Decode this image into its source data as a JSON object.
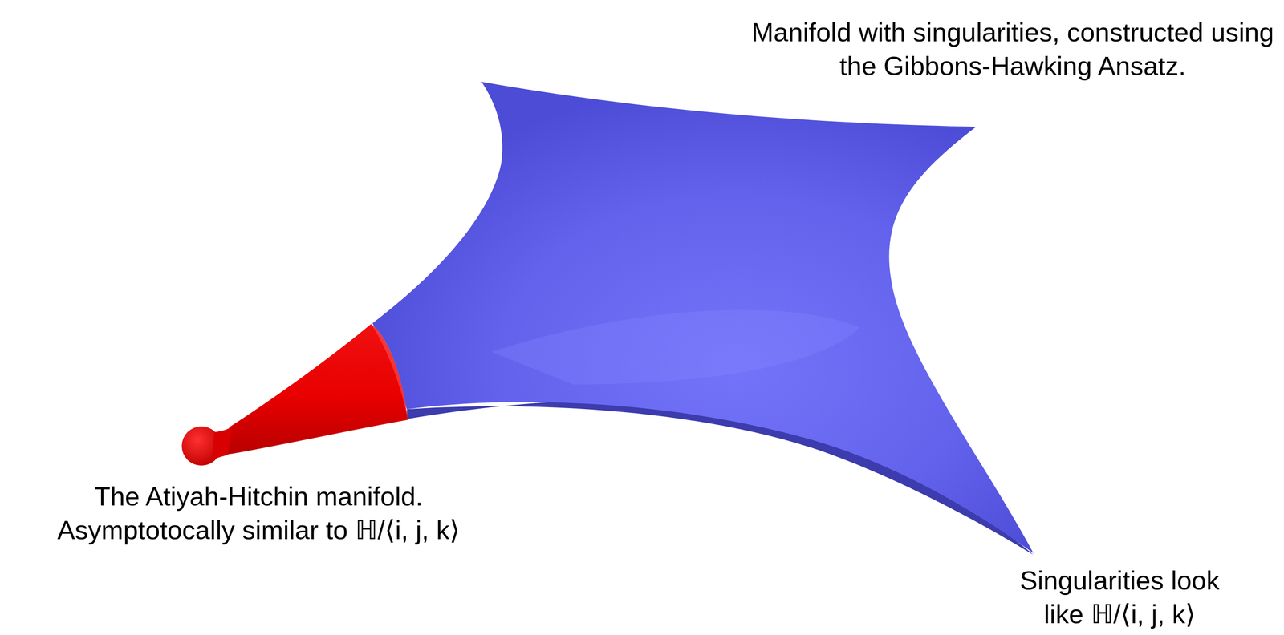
{
  "diagram": {
    "labels": [
      "Manifold with singularities, constructed using the Gibbons-Hawking Ansatz.",
      "The Atiyah-Hitchin manifold. Asymptotocally similar to ℍ/⟨i, j, k⟩",
      "Singularities look like ℍ/⟨i, j, k⟩"
    ]
  }
}
